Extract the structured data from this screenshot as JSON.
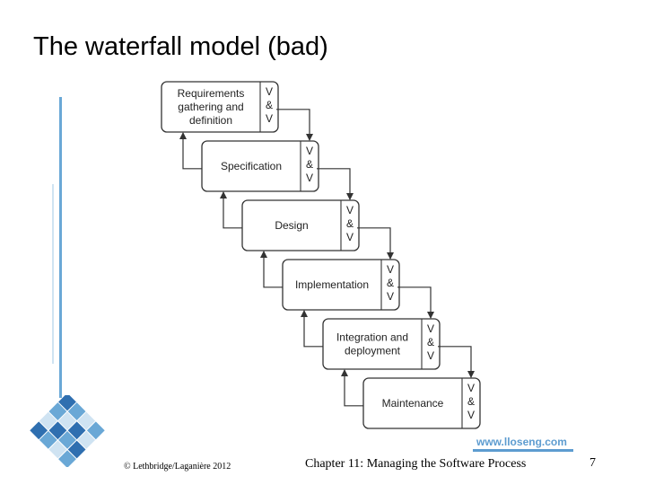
{
  "slide": {
    "title": "The waterfall model (bad)",
    "copyright": "© Lethbridge/Laganière 2012",
    "chapter": "Chapter 11: Managing the Software Process",
    "page_number": "7",
    "website": "www.lloseng.com"
  },
  "diagram": {
    "vv_lines": [
      "V",
      "&",
      "V"
    ],
    "stages": [
      {
        "lines": [
          "Requirements",
          "gathering and",
          "definition"
        ]
      },
      {
        "lines": [
          "Specification"
        ]
      },
      {
        "lines": [
          "Design"
        ]
      },
      {
        "lines": [
          "Implementation"
        ]
      },
      {
        "lines": [
          "Integration and",
          "deployment"
        ]
      },
      {
        "lines": [
          "Maintenance"
        ]
      }
    ]
  },
  "colors": {
    "accent_blue": "#6aa8d6",
    "url_blue": "#5d9cd0",
    "box_stroke": "#333333"
  }
}
